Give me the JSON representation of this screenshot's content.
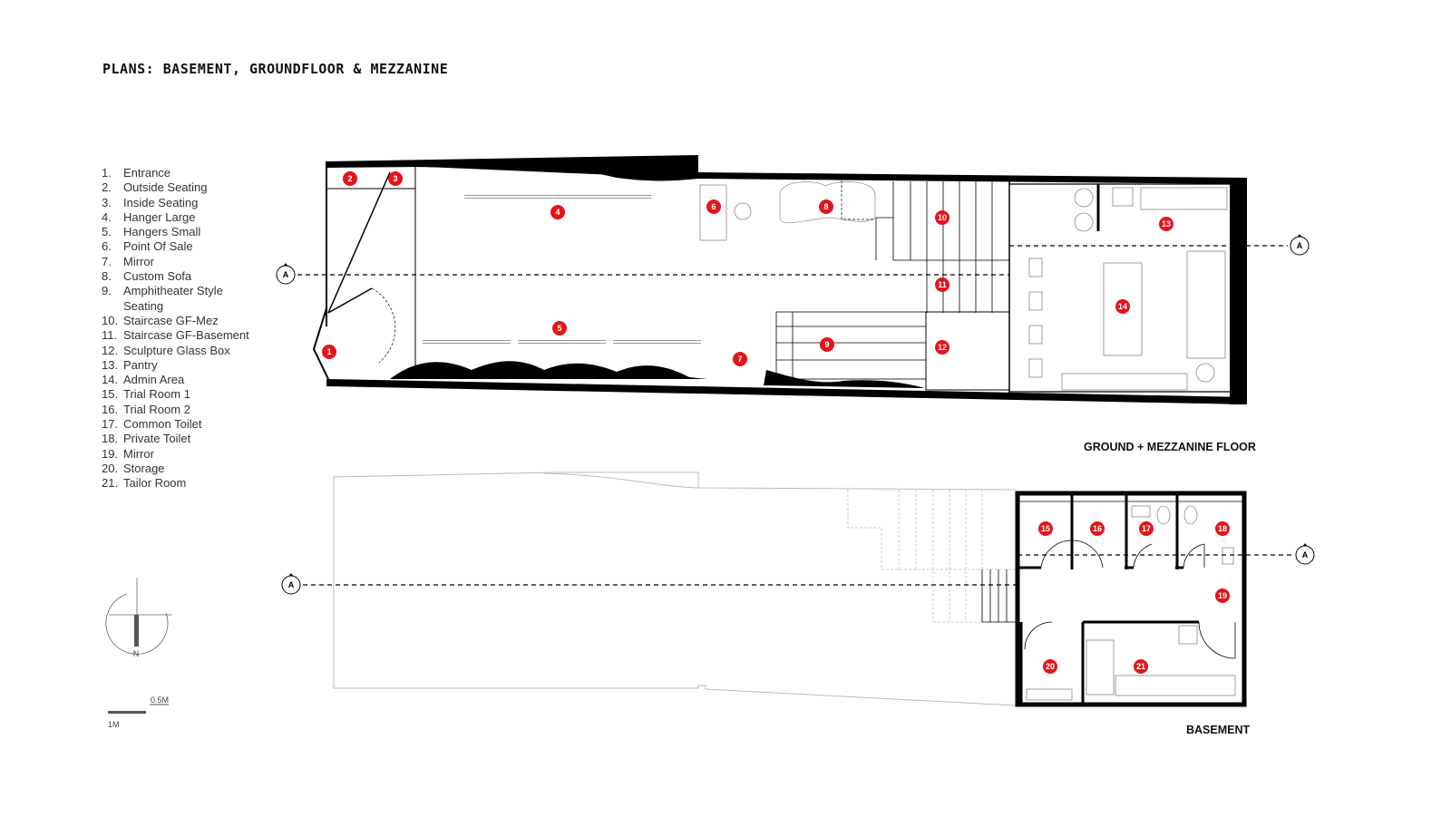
{
  "title": "PLANS: BASEMENT, GROUNDFLOOR & MEZZANINE",
  "legend": [
    {
      "n": "1.",
      "t": "Entrance"
    },
    {
      "n": "2.",
      "t": "Outside Seating"
    },
    {
      "n": "3.",
      "t": "Inside Seating"
    },
    {
      "n": "4.",
      "t": "Hanger Large"
    },
    {
      "n": "5.",
      "t": "Hangers Small"
    },
    {
      "n": "6.",
      "t": "Point Of Sale"
    },
    {
      "n": "7.",
      "t": "Mirror"
    },
    {
      "n": "8.",
      "t": "Custom Sofa"
    },
    {
      "n": "9.",
      "t": "Amphitheater Style Seating"
    },
    {
      "n": "10.",
      "t": "Staircase GF-Mez"
    },
    {
      "n": "11.",
      "t": "Staircase GF-Basement"
    },
    {
      "n": "12.",
      "t": "Sculpture Glass Box"
    },
    {
      "n": "13.",
      "t": "Pantry"
    },
    {
      "n": "14.",
      "t": "Admin Area"
    },
    {
      "n": "15.",
      "t": "Trial Room 1"
    },
    {
      "n": "16.",
      "t": "Trial Room 2"
    },
    {
      "n": "17.",
      "t": "Common Toilet"
    },
    {
      "n": "18.",
      "t": "Private Toilet"
    },
    {
      "n": "19.",
      "t": "Mirror"
    },
    {
      "n": "20.",
      "t": "Storage"
    },
    {
      "n": "21.",
      "t": "Tailor Room"
    }
  ],
  "markers": [
    "1",
    "2",
    "3",
    "4",
    "5",
    "6",
    "7",
    "8",
    "9",
    "10",
    "11",
    "12",
    "13",
    "14",
    "15",
    "16",
    "17",
    "18",
    "19",
    "20",
    "21"
  ],
  "section_label": "A",
  "plan_labels": {
    "ground": "GROUND + MEZZANINE FLOOR",
    "basement": "BASEMENT"
  },
  "north_label": "N",
  "scale": {
    "major": "1M",
    "minor": "0.5M"
  },
  "colors": {
    "marker": "#e3141c",
    "wall": "#000000",
    "ghost": "#bbbbbb"
  }
}
